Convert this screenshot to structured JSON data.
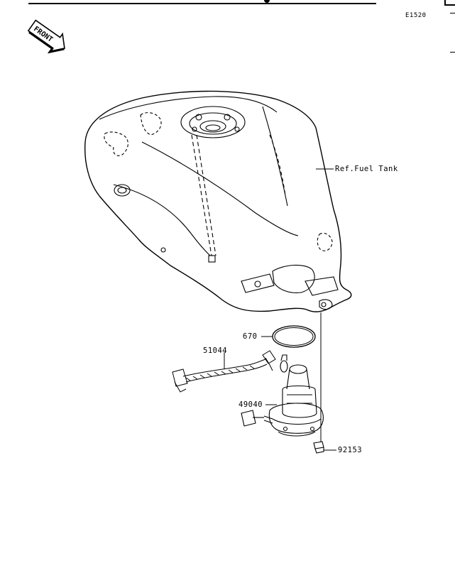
{
  "diagram": {
    "code": "E1520",
    "front_label": "FRONT",
    "ref_label": "Ref.Fuel Tank",
    "parts": [
      {
        "number": "670",
        "name": "gasket"
      },
      {
        "number": "51044",
        "name": "wire-harness"
      },
      {
        "number": "49040",
        "name": "fuel-pump"
      },
      {
        "number": "92153",
        "name": "bolt"
      }
    ]
  }
}
